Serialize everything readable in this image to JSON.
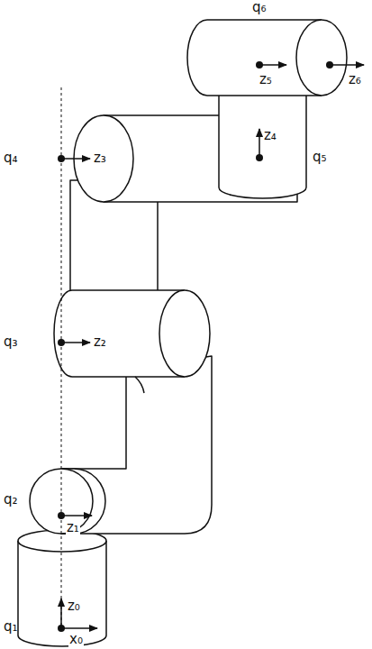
{
  "diagram": {
    "labels": [
      "q₆",
      "z₅",
      "z₆",
      "z₄",
      "q₅",
      "q₄",
      "z₃",
      "q₃",
      "z₂",
      "q₂",
      "z₁",
      "z₀",
      "q₁",
      "x₀"
    ]
  }
}
